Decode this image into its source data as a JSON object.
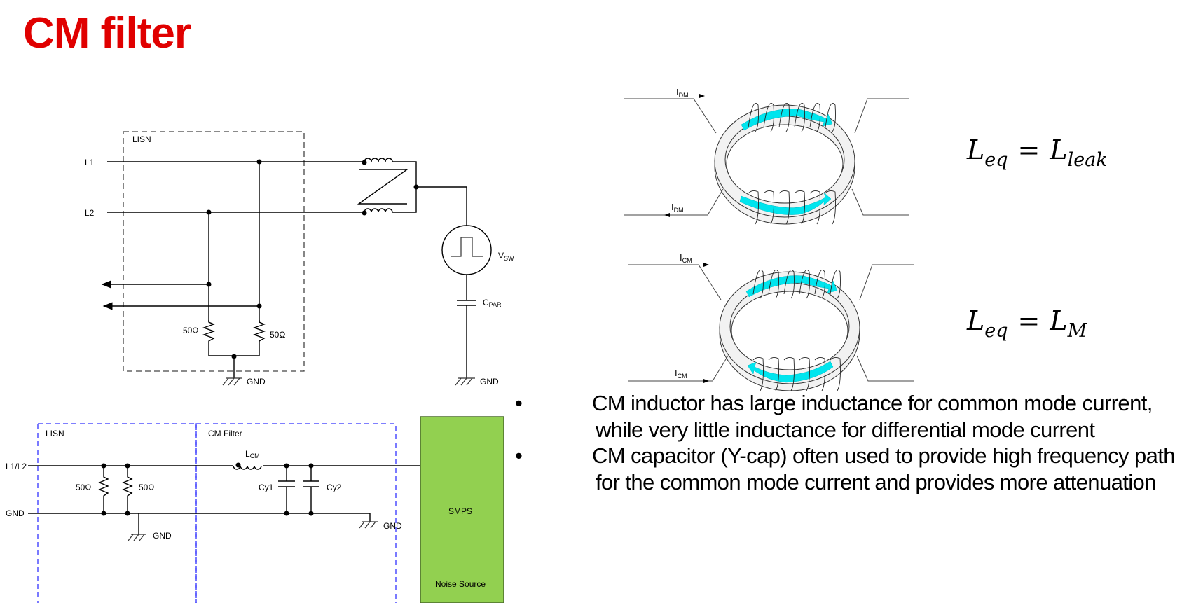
{
  "slide": {
    "title": "CM filter",
    "title_color": "#e00000"
  },
  "lisn_circuit": {
    "box_label": "LISN",
    "line1_label": "L1",
    "line2_label": "L2",
    "resistor_left": "50Ω",
    "resistor_right": "50Ω",
    "gnd_left": "GND",
    "source_label": "V",
    "source_sub": "SW",
    "cap_label": "C",
    "cap_sub": "PAR",
    "gnd_right": "GND"
  },
  "toroids": {
    "dm": {
      "in_label": "I",
      "in_sub": "DM",
      "out_label": "I",
      "out_sub": "DM",
      "equation_lhs": "L",
      "equation_lhs_sub": "eq",
      "equation_op": "=",
      "equation_rhs": "L",
      "equation_rhs_sub": "leak"
    },
    "cm": {
      "in_label": "I",
      "in_sub": "CM",
      "out_label": "I",
      "out_sub": "CM",
      "equation_lhs": "L",
      "equation_lhs_sub": "eq",
      "equation_op": "=",
      "equation_rhs": "L",
      "equation_rhs_sub": "M"
    },
    "arrow_color": "#00e5ee",
    "core_color": "#f2f2f2"
  },
  "cm_filter_circuit": {
    "lisn_label": "LISN",
    "filter_label": "CM Filter",
    "line_label": "L1/L2",
    "gnd_label": "GND",
    "r1": "50Ω",
    "r2": "50Ω",
    "gnd_lisn": "GND",
    "inductor_label": "L",
    "inductor_sub": "CM",
    "cap1": "Cy1",
    "cap2": "Cy2",
    "gnd_filter": "GND",
    "smps_label": "SMPS",
    "noise_label": "Noise Source",
    "smps_color": "#92d050",
    "box_color": "#3333ff"
  },
  "bullets": [
    {
      "marker": "•",
      "text": "CM inductor has large inductance for common mode current, while very little inductance for differential mode current"
    },
    {
      "marker": "•",
      "text": "CM capacitor (Y-cap) often used to provide high frequency path for the common mode current and provides more attenuation"
    }
  ]
}
